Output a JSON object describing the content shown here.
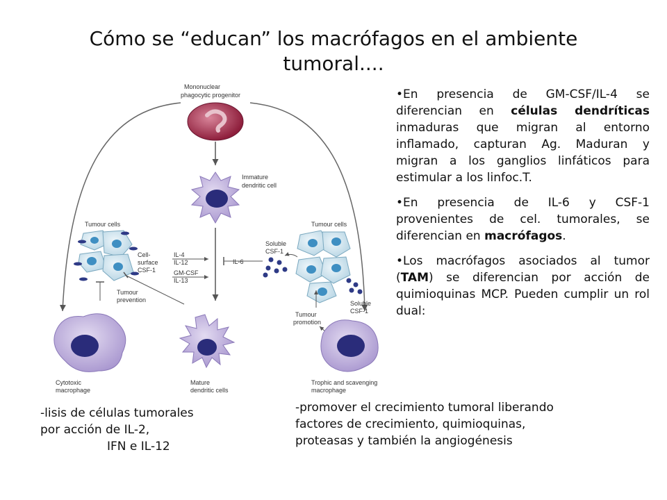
{
  "title": {
    "line1": "Cómo se “educan” los macrófagos en el ambiente",
    "line2": "tumoral...."
  },
  "diagram": {
    "progenitor_line1": "Mononuclear",
    "progenitor_line2": "phagocytic progenitor",
    "immature_line1": "Immature",
    "immature_line2": "dendritic cell",
    "tumour_cells_left": "Tumour cells",
    "tumour_cells_right": "Tumour cells",
    "cell_surface_line1": "Cell-",
    "cell_surface_line2": "surface",
    "cell_surface_line3": "CSF-1",
    "il4": "IL-4",
    "il12": "IL-12",
    "gmcsf": "GM-CSF",
    "il13": "IL-13",
    "il6": "IL-6",
    "soluble_top_line1": "Soluble",
    "soluble_top_line2": "CSF-1",
    "soluble_bottom_line1": "Soluble",
    "soluble_bottom_line2": "CSF-1",
    "tumour_prevention_line1": "Tumour",
    "tumour_prevention_line2": "prevention",
    "tumour_promotion_line1": "Tumour",
    "tumour_promotion_line2": "promotion",
    "cytotoxic_line1": "Cytotoxic",
    "cytotoxic_line2": "macrophage",
    "mature_line1": "Mature",
    "mature_line2": "dendritic cells",
    "trophic_line1": "Trophic and scavenging",
    "trophic_line2": "macrophage"
  },
  "bullets": {
    "b1_pre": "•En presencia de GM-CSF/IL-4 se diferencian en ",
    "b1_bold": "células dendríticas",
    "b1_post": " inmaduras que migran al entorno inflamado, capturan Ag. Maduran y migran a los ganglios linfáticos para estimular a los linfoc.T.",
    "b2_pre": "•En presencia de IL-6 y CSF-1 provenientes de cel. tumorales, se diferencian en ",
    "b2_bold": "macrófagos",
    "b2_post": ".",
    "b3_pre": "•Los macrófagos asociados al tumor (",
    "b3_bold": "TAM",
    "b3_post": ") se diferencian por acción de quimioquinas MCP. Pueden cumplir un rol dual:"
  },
  "notes": {
    "left_line1": "-lisis de células tumorales",
    "left_line2": "por acción de IL-2,",
    "left_line3": "IFN e IL-12",
    "right_line1": "-promover el crecimiento tumoral liberando",
    "right_line2": "factores de crecimiento, quimioquinas,",
    "right_line3": "proteasas y también la angiogénesis"
  },
  "colors": {
    "progenitor": "#9c2a45",
    "cell_purple": "#b7a6d6",
    "nucleus_dark": "#2a2c7a",
    "tumour_cell": "#cfe3ec",
    "tumour_nucleus": "#3f8fc2",
    "arrow": "#555555",
    "csf_dot": "#2e3a86"
  }
}
